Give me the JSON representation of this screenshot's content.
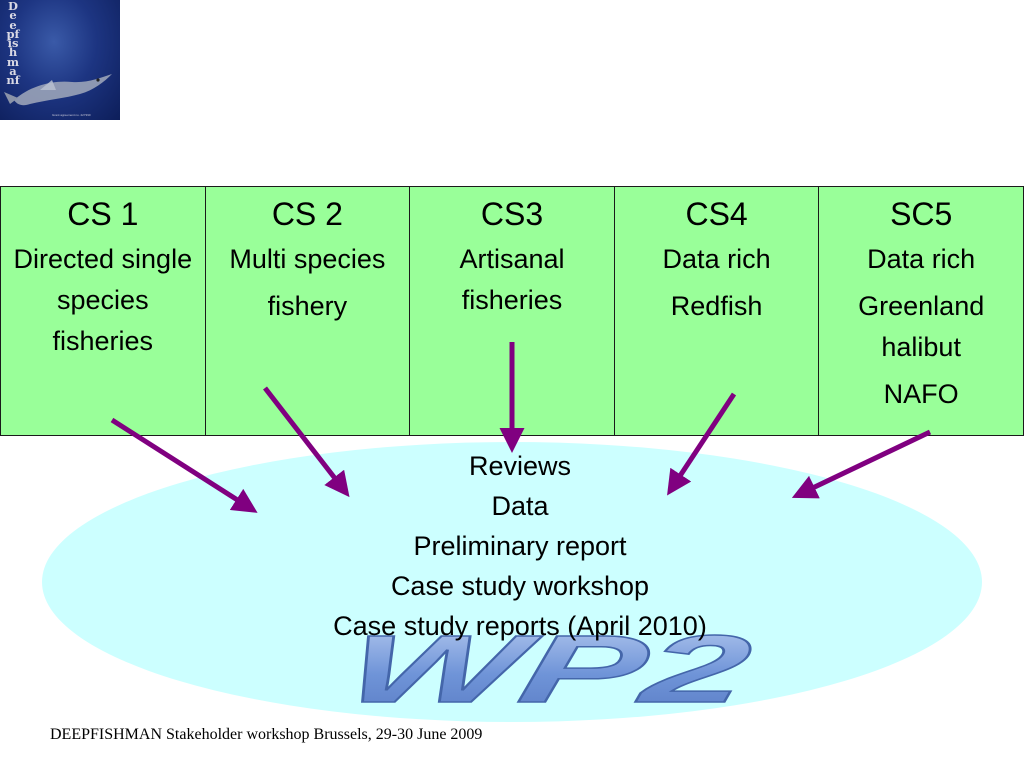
{
  "logo": {
    "vertical_text": "Deepfishmanf",
    "fine_print": "Grant agreement no. 227390"
  },
  "case_studies": [
    {
      "title": "CS 1",
      "lines": [
        "Directed single species fisheries"
      ]
    },
    {
      "title": "CS 2",
      "lines": [
        "Multi species",
        "fishery"
      ]
    },
    {
      "title": "CS3",
      "lines": [
        "Artisanal fisheries"
      ]
    },
    {
      "title": "CS4",
      "lines": [
        "Data rich",
        "Redfish"
      ]
    },
    {
      "title": "SC5",
      "lines": [
        "Data rich",
        "Greenland halibut",
        "NAFO"
      ]
    }
  ],
  "center_block": {
    "lines": [
      "Reviews",
      "Data",
      "Preliminary report",
      "Case study workshop",
      "Case study reports (April 2010)"
    ]
  },
  "watermark": "WP2",
  "footer": "DEEPFISHMAN Stakeholder workshop Brussels, 29-30 June 2009",
  "colors": {
    "table_fill": "#99ff99",
    "ellipse_fill": "#ccffff",
    "arrow": "#800080",
    "watermark_fill": "#6f94d8",
    "logo_bg": "#1d3582"
  }
}
